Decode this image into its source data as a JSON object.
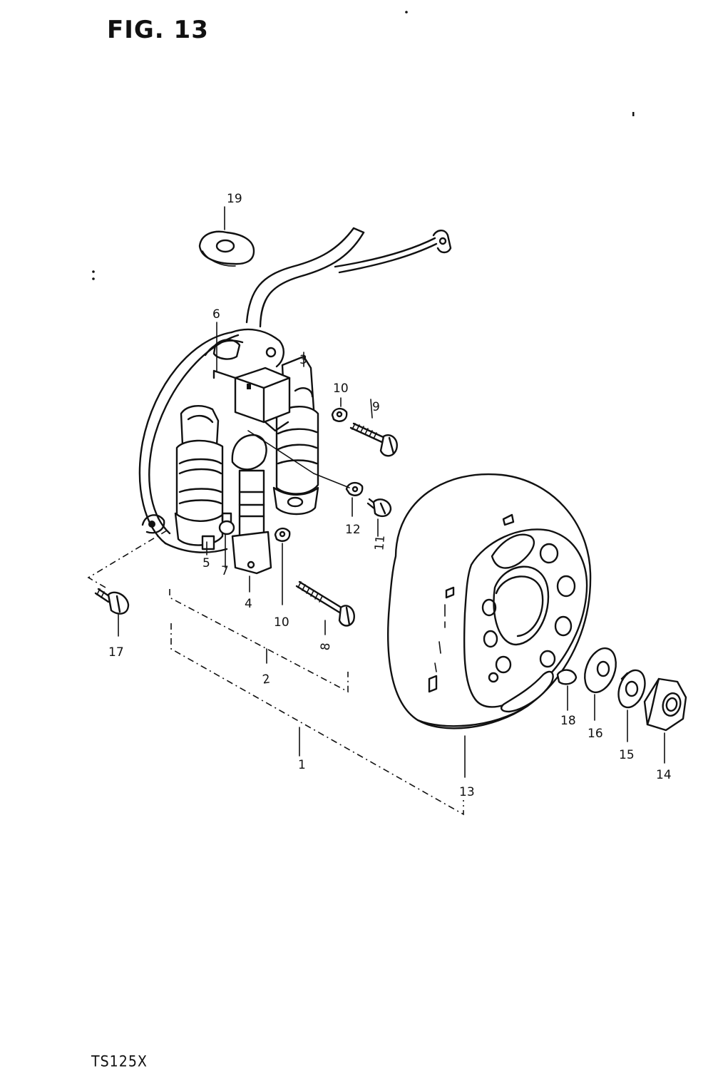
{
  "figure": {
    "title": "FIG. 13",
    "model": "TS125X"
  },
  "callouts": [
    {
      "id": "c1",
      "text": "1"
    },
    {
      "id": "c2",
      "text": "2"
    },
    {
      "id": "c3",
      "text": "3"
    },
    {
      "id": "c4",
      "text": "4"
    },
    {
      "id": "c5",
      "text": "5"
    },
    {
      "id": "c6",
      "text": "6"
    },
    {
      "id": "c7",
      "text": "7"
    },
    {
      "id": "c8",
      "text": "8"
    },
    {
      "id": "c9",
      "text": "9"
    },
    {
      "id": "c10a",
      "text": "10"
    },
    {
      "id": "c10b",
      "text": "10"
    },
    {
      "id": "c11",
      "text": "11"
    },
    {
      "id": "c12",
      "text": "12"
    },
    {
      "id": "c13",
      "text": "13"
    },
    {
      "id": "c14",
      "text": "14"
    },
    {
      "id": "c15",
      "text": "15"
    },
    {
      "id": "c16",
      "text": "16"
    },
    {
      "id": "c17",
      "text": "17"
    },
    {
      "id": "c18",
      "text": "18"
    },
    {
      "id": "c19",
      "text": "19"
    }
  ]
}
